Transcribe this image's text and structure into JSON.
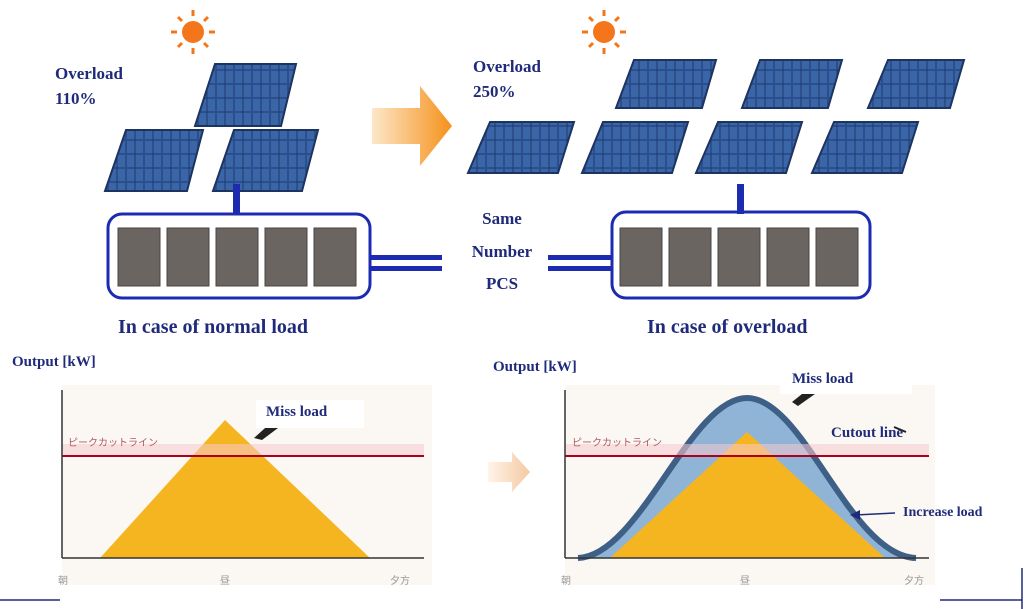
{
  "left": {
    "overload_title": "Overload",
    "overload_value": "110%",
    "caption": "In case of normal load",
    "ylabel": "Output [kW]",
    "miss_load": "Miss load",
    "cutout_jp": "ピークカットライン",
    "xticks": [
      "朝",
      "昼",
      "夕方"
    ]
  },
  "right": {
    "overload_title": "Overload",
    "overload_value": "250%",
    "caption": "In case of overload",
    "ylabel": "Output [kW]",
    "miss_load": "Miss load",
    "cutout_line": "Cutout line",
    "increase_load": "Increase load",
    "cutout_jp": "ピークカットライン",
    "xticks": [
      "朝",
      "昼",
      "夕方"
    ]
  },
  "middle": {
    "same": "Same",
    "number": "Number",
    "pcs": "PCS"
  },
  "colors": {
    "text": "#1f2a7a",
    "panel_blue": "#2a4f8f",
    "frame_blue": "#1c2bb0",
    "pcs_gray": "#6b6562",
    "load_orange": "#f5b521",
    "miss_blue": "#8fb4d6",
    "cutout_red": "#a8001f",
    "arrow_orange": "#f59a1b"
  }
}
